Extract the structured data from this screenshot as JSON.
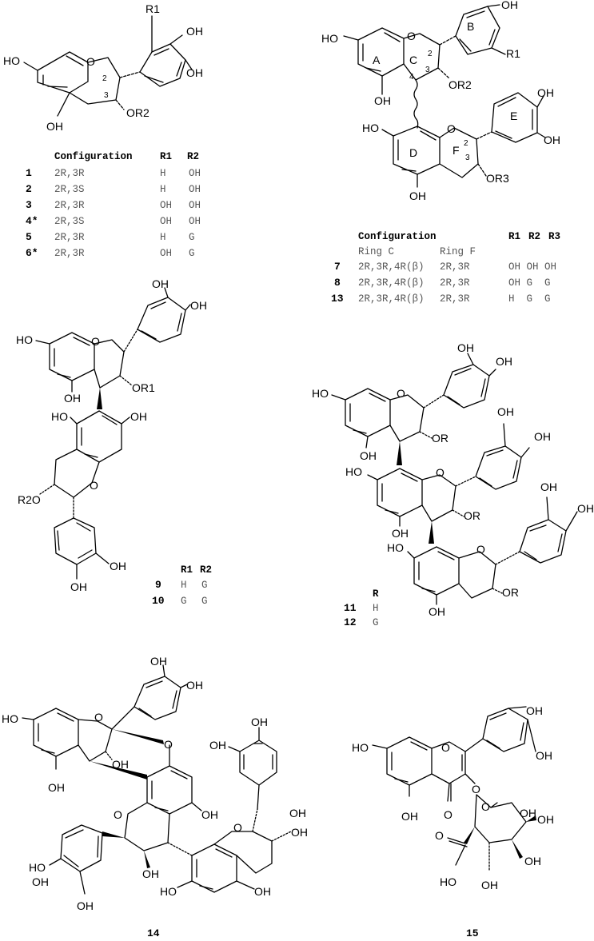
{
  "structure_1": {
    "labels": [
      "HO",
      "OH",
      "OH",
      "OH",
      "O",
      "OR2",
      "R1"
    ],
    "positions": [
      "2",
      "3"
    ]
  },
  "table_1": {
    "headers": [
      "Configuration",
      "R1",
      "R2"
    ],
    "rows": [
      {
        "id": "1",
        "config": "2R,3R",
        "r1": "H",
        "r2": "OH"
      },
      {
        "id": "2",
        "config": "2R,3S",
        "r1": "H",
        "r2": "OH"
      },
      {
        "id": "3",
        "config": "2R,3R",
        "r1": "OH",
        "r2": "OH"
      },
      {
        "id": "4*",
        "config": "2R,3S",
        "r1": "OH",
        "r2": "OH"
      },
      {
        "id": "5",
        "config": "2R,3R",
        "r1": "H",
        "r2": "G"
      },
      {
        "id": "6*",
        "config": "2R,3R",
        "r1": "OH",
        "r2": "G"
      }
    ]
  },
  "structure_dimer": {
    "ring_letters": [
      "A",
      "B",
      "C",
      "D",
      "E",
      "F"
    ],
    "positions": [
      "2",
      "3",
      "4",
      "2",
      "3"
    ],
    "labels": [
      "HO",
      "OH",
      "OH",
      "OH",
      "OH",
      "HO",
      "OH",
      "OR2",
      "OR3",
      "R1",
      "O",
      "O"
    ]
  },
  "table_2": {
    "headers": [
      "Configuration",
      "R1",
      "R2",
      "R3"
    ],
    "subheaders": [
      "Ring C",
      "Ring F"
    ],
    "rows": [
      {
        "id": "7",
        "ringC": "2R,3R,4R(β)",
        "ringF": "2R,3R",
        "r": "OH OH OH"
      },
      {
        "id": "8",
        "ringC": "2R,3R,4R(β)",
        "ringF": "2R,3R",
        "r": "OH G  G"
      },
      {
        "id": "13",
        "ringC": "2R,3R,4R(β)",
        "ringF": "2R,3R",
        "r": "H  G  G"
      }
    ]
  },
  "structure_9_10": {
    "labels": [
      "OH",
      "OH",
      "HO",
      "O",
      "OR1",
      "OH",
      "HO",
      "OH",
      "R2O",
      "O",
      "OH",
      "OH"
    ],
    "table": {
      "headers": [
        "R1",
        "R2"
      ],
      "rows": [
        {
          "id": "9",
          "r1": "H",
          "r2": "G"
        },
        {
          "id": "10",
          "r1": "G",
          "r2": "G"
        }
      ]
    }
  },
  "structure_11_12": {
    "labels": [
      "OH",
      "OH",
      "HO",
      "O",
      "OR",
      "OH",
      "OH",
      "OH",
      "HO",
      "O",
      "OR",
      "OH",
      "OH",
      "OH",
      "HO",
      "O",
      "OR",
      "OH"
    ],
    "table": {
      "header": "R",
      "rows": [
        {
          "id": "11",
          "r": "H"
        },
        {
          "id": "12",
          "r": "G"
        }
      ]
    }
  },
  "structure_14": {
    "id": "14",
    "labels": [
      "OH",
      "OH",
      "HO",
      "O",
      "O",
      "OH",
      "OH",
      "OH",
      "OH",
      "O",
      "OH",
      "OH",
      "O",
      "OH",
      "OH",
      "OH",
      "HO",
      "HO",
      "OH",
      "OH"
    ]
  },
  "structure_15": {
    "id": "15",
    "labels": [
      "OH",
      "OH",
      "HO",
      "O",
      "O",
      "OH",
      "O",
      "O",
      "O",
      "OH",
      "OH",
      "OH",
      "HO",
      "OH"
    ]
  }
}
